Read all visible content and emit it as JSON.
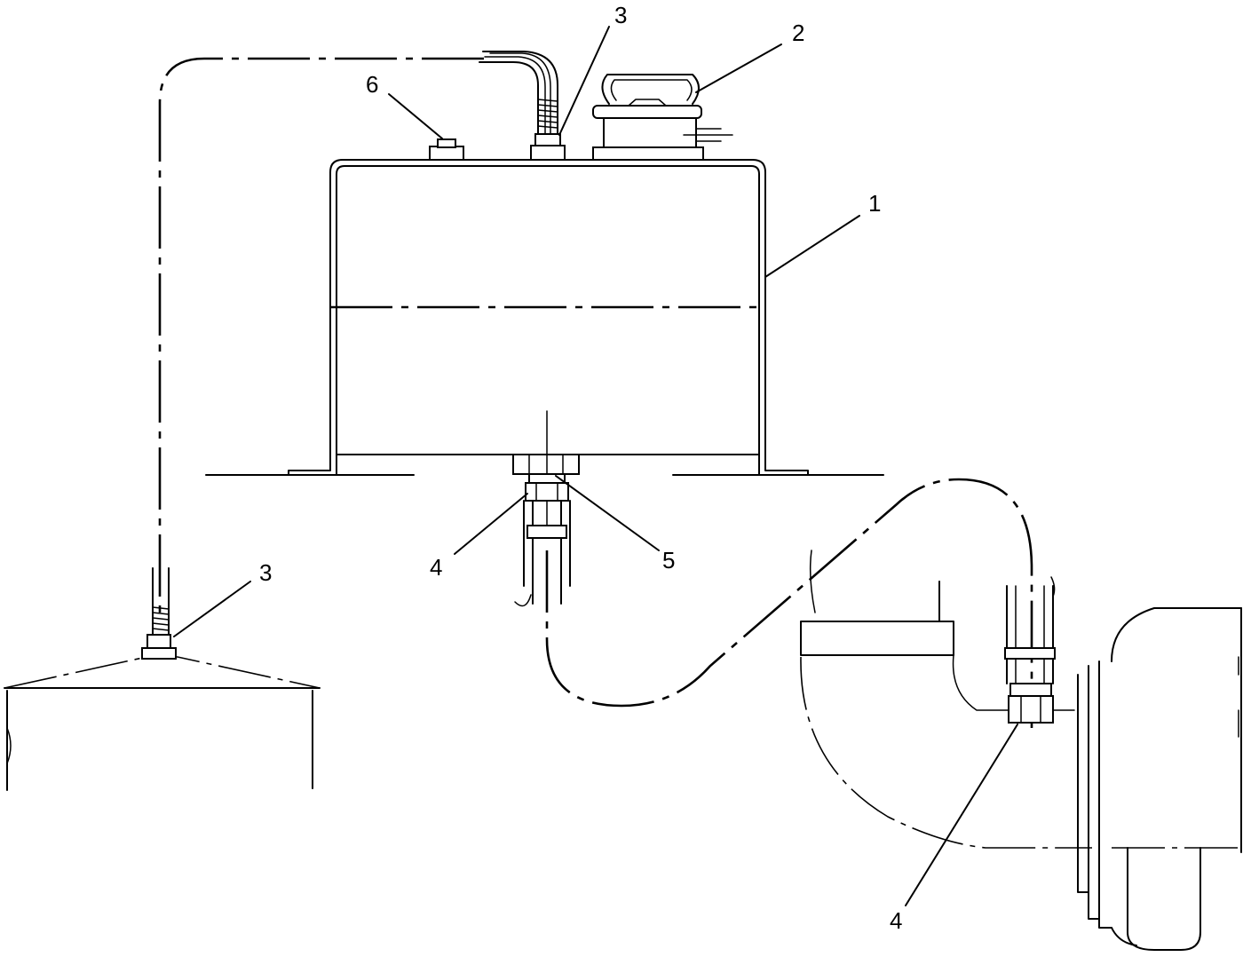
{
  "callouts": {
    "c1": "1",
    "c2": "2",
    "c3_top": "3",
    "c3_left": "3",
    "c4_center": "4",
    "c4_bottom": "4",
    "c5": "5",
    "c6": "6"
  },
  "colors": {
    "line": "#000000",
    "background": "#ffffff"
  }
}
